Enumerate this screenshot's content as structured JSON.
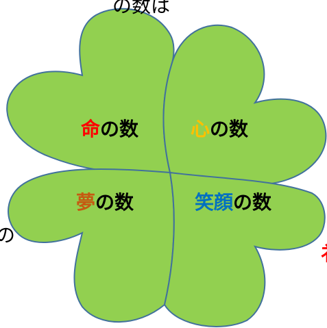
{
  "fragments": {
    "top_left": "の数は",
    "bottom_left": "の",
    "bottom_right": "衤"
  },
  "leaves": {
    "top_left": {
      "prefix": "命",
      "suffix": "の数"
    },
    "top_right": {
      "prefix": "心",
      "suffix": "の数"
    },
    "bottom_left": {
      "prefix": "夢",
      "suffix": "の数"
    },
    "bottom_right": {
      "prefix": "笑顔",
      "suffix": "の数"
    }
  },
  "colors": {
    "leaf_fill": "#92d050",
    "leaf_stroke": "#41719c",
    "text_dark": "#000000",
    "prefix_inochi": "#ff0000",
    "prefix_kokoro": "#ffc000",
    "prefix_yume": "#c55a11",
    "prefix_egao": "#0070c0",
    "fragment_red": "#ff0000"
  }
}
